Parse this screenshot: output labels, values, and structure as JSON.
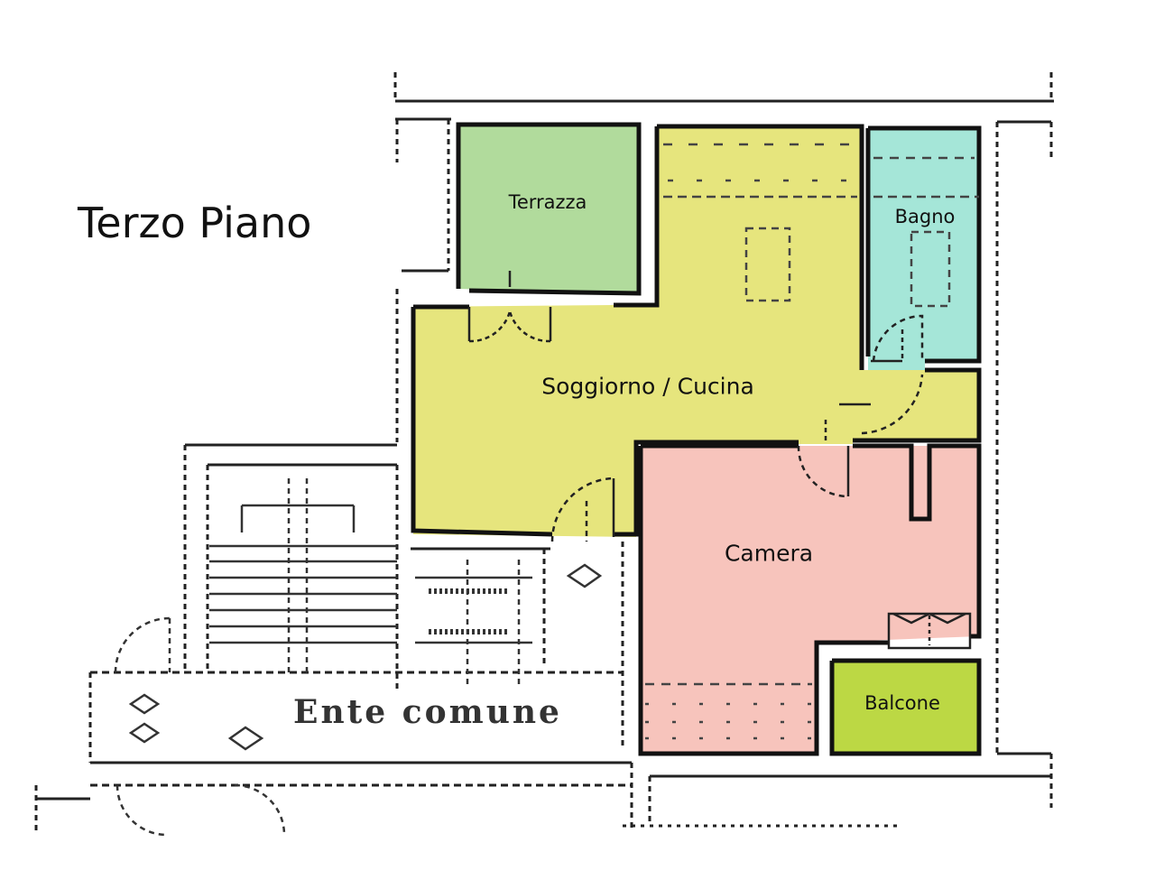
{
  "title": "Terzo Piano",
  "rooms": {
    "terrazza": {
      "label": "Terrazza",
      "color": "#b1db9c"
    },
    "soggiorno": {
      "label": "Soggiorno / Cucina",
      "color": "#e6e57d"
    },
    "bagno": {
      "label": "Bagno",
      "color": "#a5e6d8"
    },
    "camera": {
      "label": "Camera",
      "color": "#f7c4bc"
    },
    "balcone": {
      "label": "Balcone",
      "color": "#bcd844"
    }
  },
  "common_area": {
    "label": "Ente comune"
  },
  "colors": {
    "wall": "#111111",
    "hatch": "#444444"
  }
}
